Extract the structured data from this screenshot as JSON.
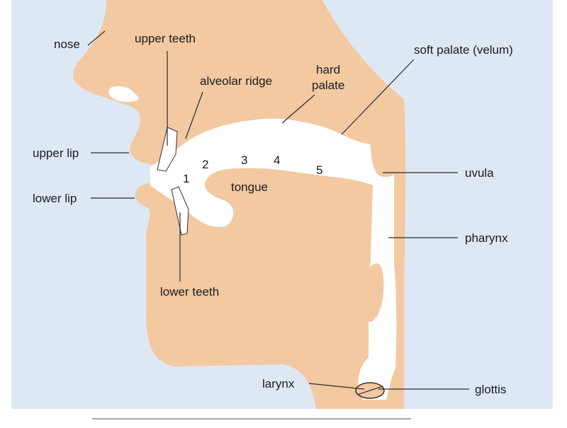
{
  "diagram": {
    "colors": {
      "panel": "#dde8f4",
      "tissue": "#f3c9a2",
      "cavity": "#ffffff",
      "teeth": "#ffffff",
      "outline": "#3a2f28",
      "leader": "#2a2a2a"
    },
    "labels": {
      "nose": "nose",
      "upper_teeth": "upper teeth",
      "alveolar_ridge": "alveolar ridge",
      "hard_palate_line1": "hard",
      "hard_palate_line2": "palate",
      "soft_palate": "soft palate (velum)",
      "upper_lip": "upper lip",
      "lower_lip": "lower lip",
      "tongue": "tongue",
      "uvula": "uvula",
      "pharynx": "pharynx",
      "lower_teeth": "lower teeth",
      "larynx": "larynx",
      "glottis": "glottis"
    },
    "places_of_articulation": [
      "1",
      "2",
      "3",
      "4",
      "5"
    ]
  }
}
